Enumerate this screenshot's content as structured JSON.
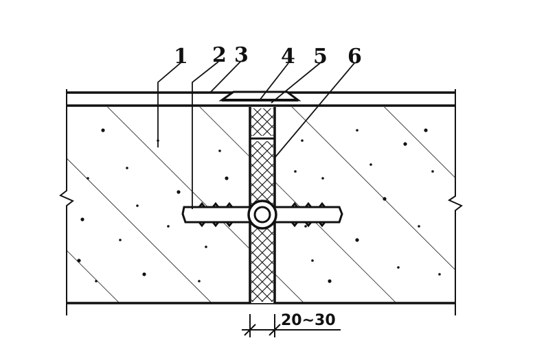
{
  "labels": [
    "1",
    "2",
    "3",
    "4",
    "5",
    "6"
  ],
  "dimension": "20~30",
  "colors": {
    "ink": "#111111",
    "paper": "#ffffff"
  }
}
